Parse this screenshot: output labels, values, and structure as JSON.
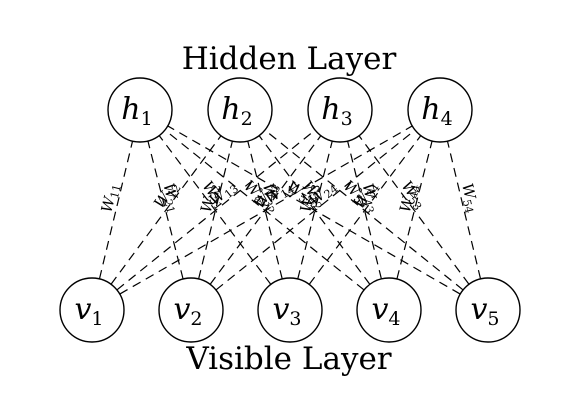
{
  "hidden_layer_label": "Hidden Layer",
  "visible_layer_label": "Visible Layer",
  "hidden_nodes": [
    {
      "letter": "h",
      "sub": "1"
    },
    {
      "letter": "h",
      "sub": "2"
    },
    {
      "letter": "h",
      "sub": "3"
    },
    {
      "letter": "h",
      "sub": "4"
    }
  ],
  "visible_nodes": [
    {
      "letter": "v",
      "sub": "1"
    },
    {
      "letter": "v",
      "sub": "2"
    },
    {
      "letter": "v",
      "sub": "3"
    },
    {
      "letter": "v",
      "sub": "4"
    },
    {
      "letter": "v",
      "sub": "5"
    }
  ],
  "weights": [
    {
      "from": "v1",
      "to": "h1",
      "letter": "W",
      "sub": "11"
    },
    {
      "from": "v1",
      "to": "h2",
      "letter": "W",
      "sub": "12"
    },
    {
      "from": "v1",
      "to": "h3",
      "letter": "W",
      "sub": "13"
    },
    {
      "from": "v1",
      "to": "h4",
      "letter": "W",
      "sub": "14"
    },
    {
      "from": "v2",
      "to": "h1",
      "letter": "W",
      "sub": "21"
    },
    {
      "from": "v2",
      "to": "h2",
      "letter": "W",
      "sub": "22"
    },
    {
      "from": "v2",
      "to": "h3",
      "letter": "W",
      "sub": "23"
    },
    {
      "from": "v2",
      "to": "h4",
      "letter": "W",
      "sub": "24"
    },
    {
      "from": "v3",
      "to": "h1",
      "letter": "W",
      "sub": "31"
    },
    {
      "from": "v3",
      "to": "h2",
      "letter": "W",
      "sub": "32"
    },
    {
      "from": "v3",
      "to": "h3",
      "letter": "W",
      "sub": "33"
    },
    {
      "from": "v3",
      "to": "h4",
      "letter": "W",
      "sub": "34"
    },
    {
      "from": "v4",
      "to": "h1",
      "letter": "W",
      "sub": "41"
    },
    {
      "from": "v4",
      "to": "h2",
      "letter": "W",
      "sub": "42"
    },
    {
      "from": "v4",
      "to": "h3",
      "letter": "W",
      "sub": "43"
    },
    {
      "from": "v4",
      "to": "h4",
      "letter": "W",
      "sub": "44"
    },
    {
      "from": "v5",
      "to": "h1",
      "letter": "W",
      "sub": "51"
    },
    {
      "from": "v5",
      "to": "h2",
      "letter": "W",
      "sub": "52"
    },
    {
      "from": "v5",
      "to": "h3",
      "letter": "W",
      "sub": "53"
    },
    {
      "from": "v5",
      "to": "h4",
      "letter": "W",
      "sub": "54"
    }
  ]
}
